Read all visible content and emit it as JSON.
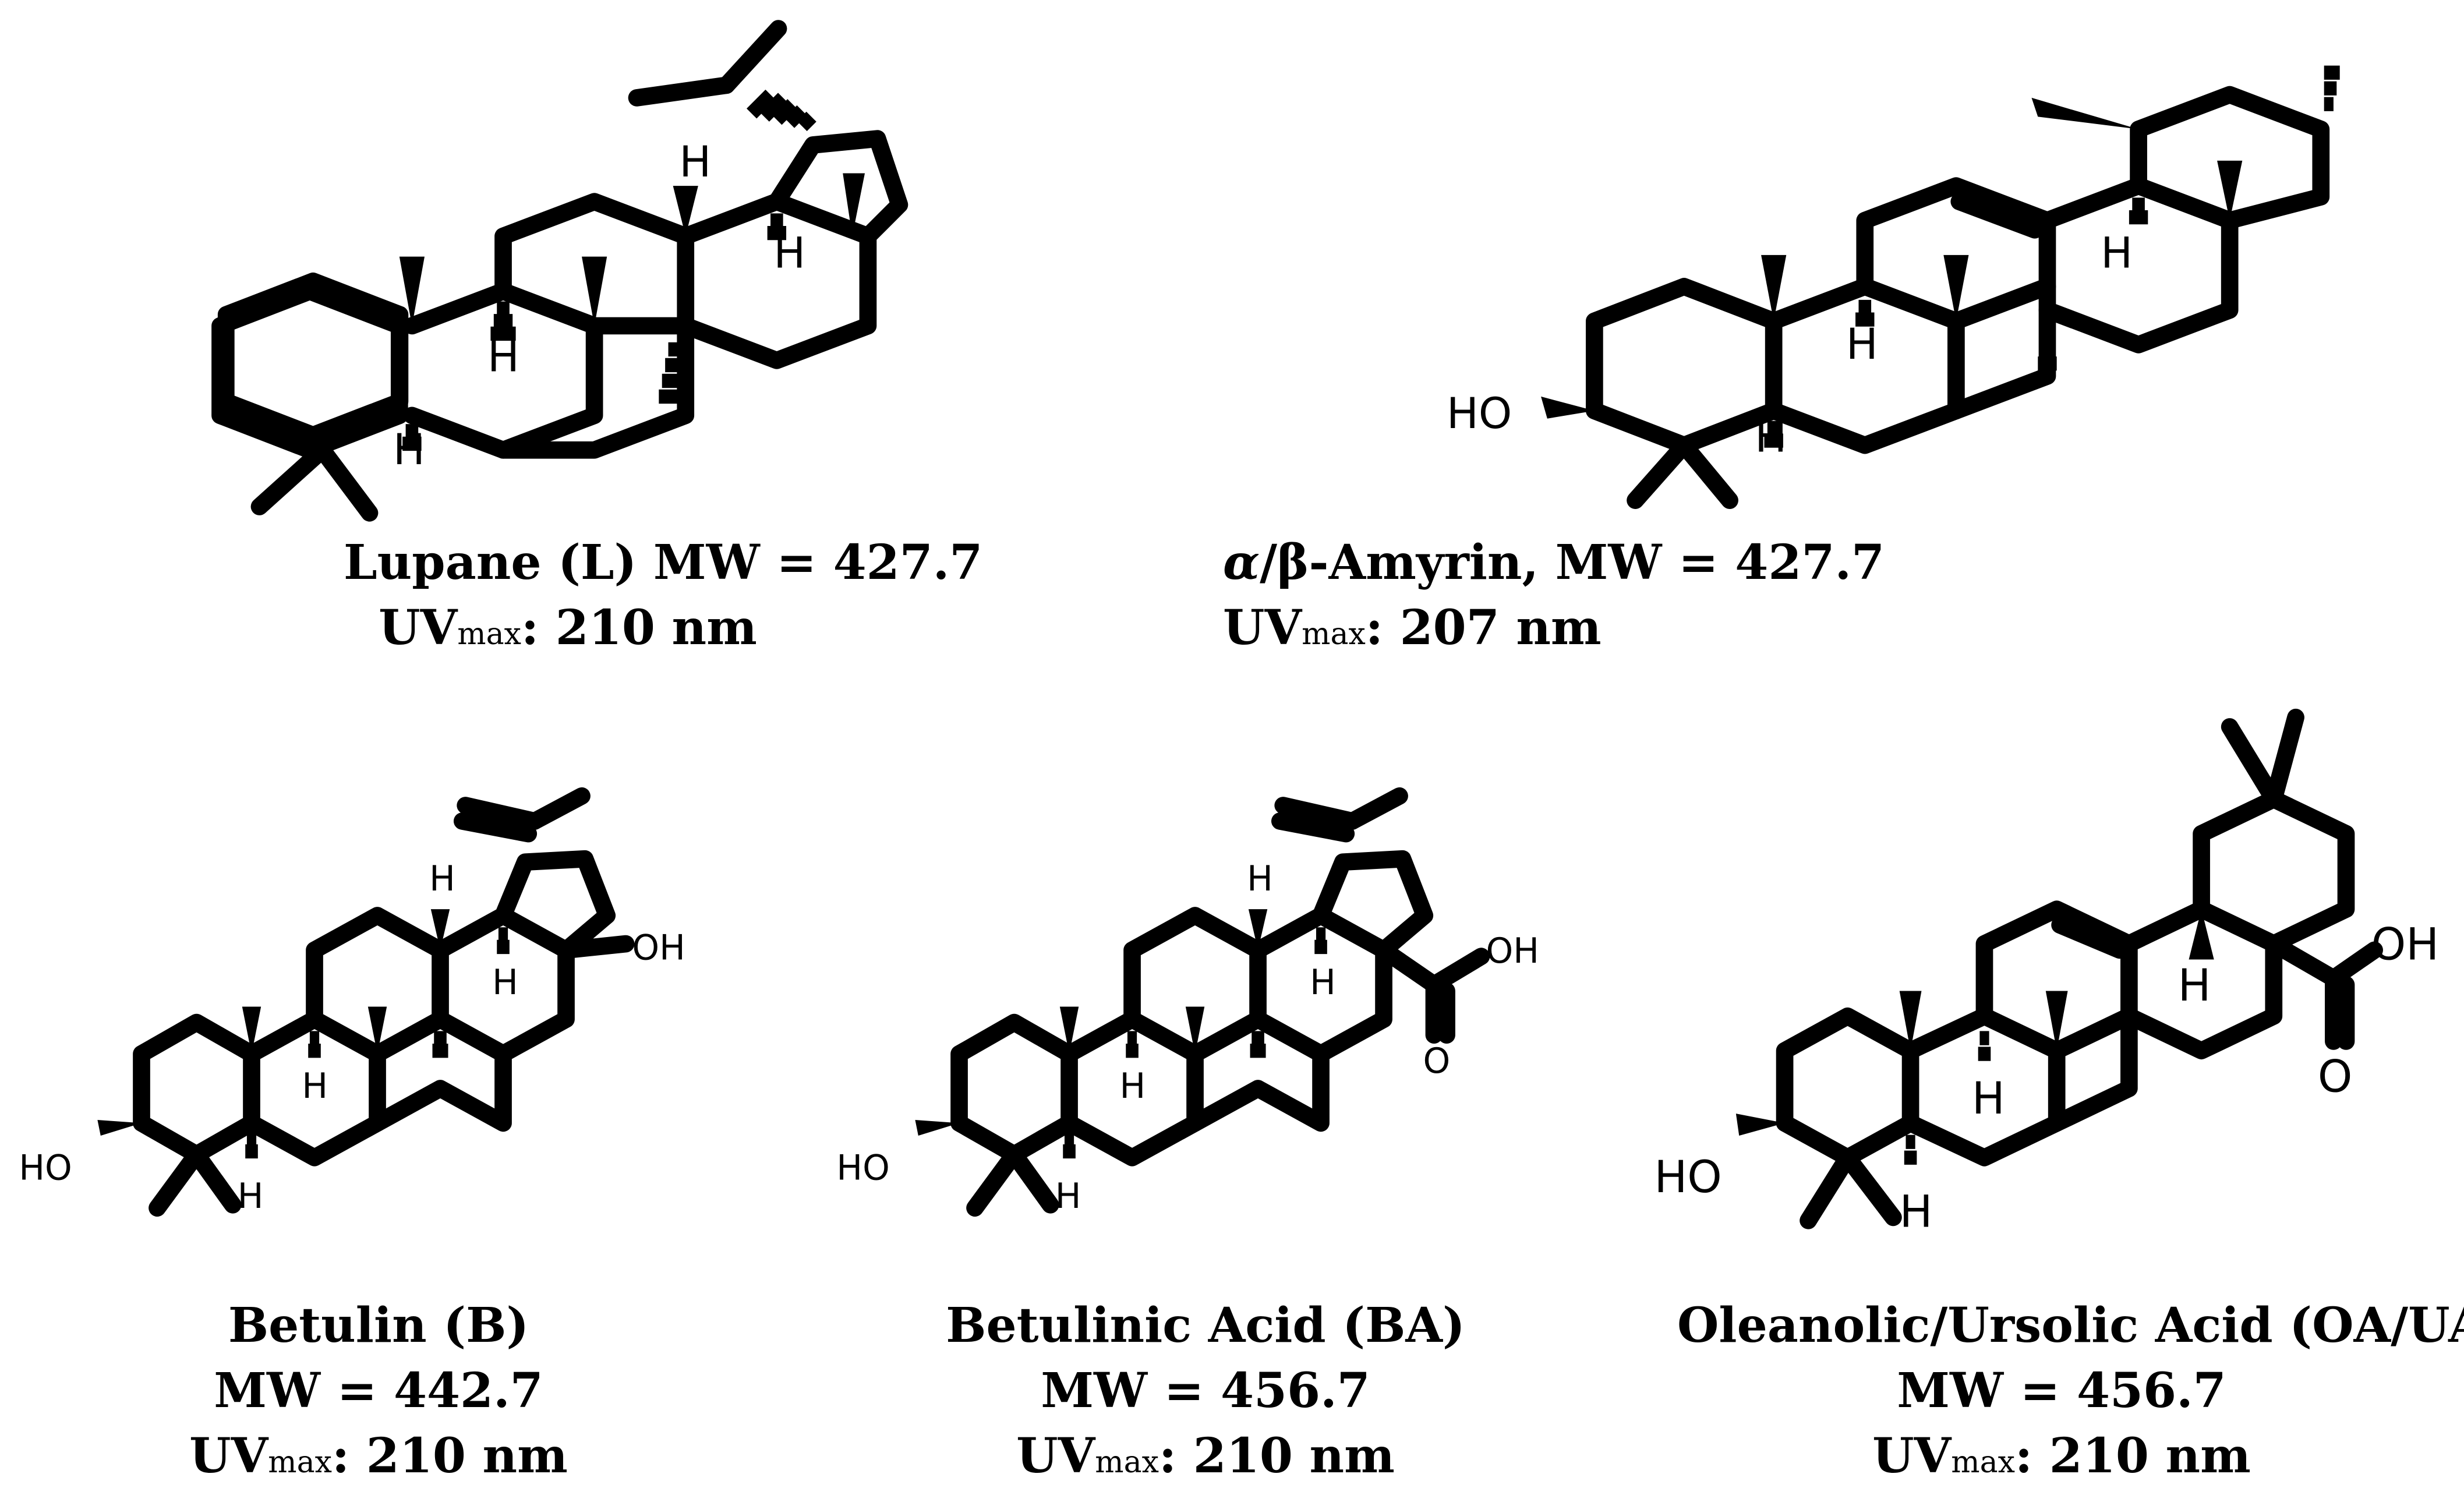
{
  "figure": {
    "compounds": [
      {
        "id": "lupane",
        "name": "Lupane (L)",
        "mw_label": "MW = 427.7",
        "uv_prefix": "UV",
        "uv_sub": "max",
        "uv_value": ": 210 nm",
        "atom_labels": [
          "H",
          "H",
          "H",
          "H"
        ]
      },
      {
        "id": "amyrin",
        "name_alpha": "α",
        "name_rest": "/β-Amyrin, MW = 427.7",
        "uv_prefix": "UV",
        "uv_sub": "max",
        "uv_value": ": 207 nm",
        "atom_labels": [
          "HO",
          "H",
          "H",
          "H"
        ]
      },
      {
        "id": "betulin",
        "name": "Betulin (B)",
        "mw_label": "MW = 442.7",
        "uv_prefix": "UV",
        "uv_sub": "max",
        "uv_value": ": 210 nm",
        "atom_labels": [
          "HO",
          "H",
          "H",
          "H",
          "H",
          "OH"
        ]
      },
      {
        "id": "betulinic-acid",
        "name": "Betulinic Acid (BA)",
        "mw_label": "MW = 456.7",
        "uv_prefix": "UV",
        "uv_sub": "max",
        "uv_value": ": 210 nm",
        "atom_labels": [
          "HO",
          "H",
          "H",
          "H",
          "H",
          "OH",
          "O"
        ]
      },
      {
        "id": "oleanolic-ursolic-acid",
        "name": "Oleanolic/Ursolic Acid (OA/UA)",
        "mw_label": "MW = 456.7",
        "uv_prefix": "UV",
        "uv_sub": "max",
        "uv_value": ": 210 nm",
        "atom_labels": [
          "HO",
          "H",
          "H",
          "H",
          "OH",
          "O"
        ]
      }
    ]
  }
}
